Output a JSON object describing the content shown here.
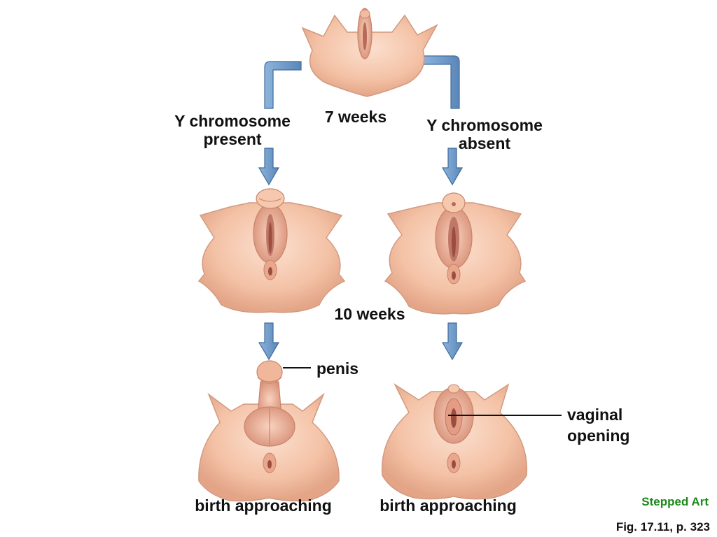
{
  "labels": {
    "stage_7_weeks": "7 weeks",
    "y_present_line1": "Y chromosome",
    "y_present_line2": "present",
    "y_absent_line1": "Y chromosome",
    "y_absent_line2": "absent",
    "stage_10_weeks": "10 weeks",
    "penis": "penis",
    "vaginal_opening_line1": "vaginal",
    "vaginal_opening_line2": "opening",
    "birth_left": "birth approaching",
    "birth_right": "birth approaching"
  },
  "footer": {
    "stepped_art": "Stepped Art",
    "figure_ref": "Fig. 17.11, p. 323"
  },
  "colors": {
    "arrow": "#6c98c8",
    "arrow_edge": "#3f6c9d",
    "skin": "#f4c2a6",
    "skin_shade": "#d99a7f",
    "stepped_art": "#1a8a1a"
  }
}
